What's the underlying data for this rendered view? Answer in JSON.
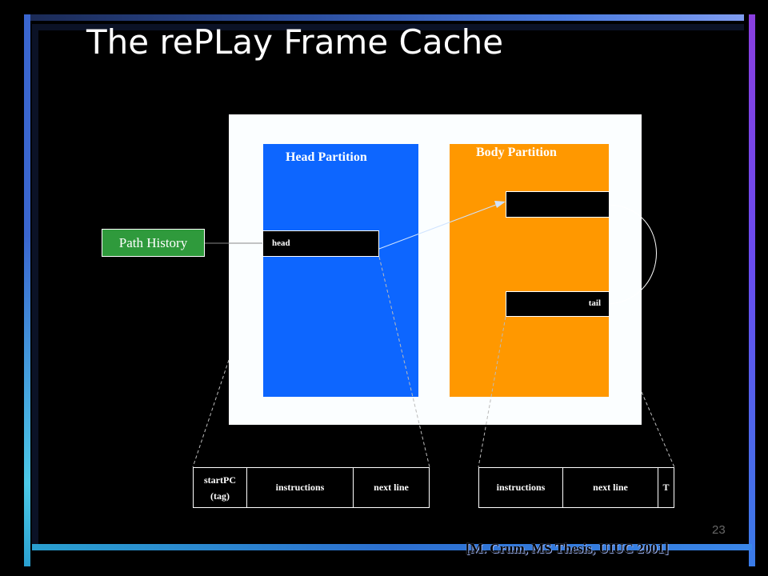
{
  "slide": {
    "title": "The rePLay Frame Cache",
    "page_number": "23",
    "citation": "[M. Crum, MS Thesis, UIUC 2001]"
  },
  "diagram": {
    "path_history": "Path History",
    "head_partition": {
      "title": "Head Partition",
      "slot_label": "head"
    },
    "body_partition": {
      "title": "Body Partition",
      "tail_label": "tail"
    },
    "head_frame_format": {
      "fields": [
        "startPC",
        "(tag)",
        "instructions",
        "next line"
      ]
    },
    "body_frame_format": {
      "fields": [
        "instructions",
        "next line",
        "T"
      ]
    }
  },
  "colors": {
    "background": "#000000",
    "head_partition": "#0d66ff",
    "body_partition": "#ff9800",
    "path_history": "#2f9a3c",
    "panel": "#fbfeff"
  }
}
